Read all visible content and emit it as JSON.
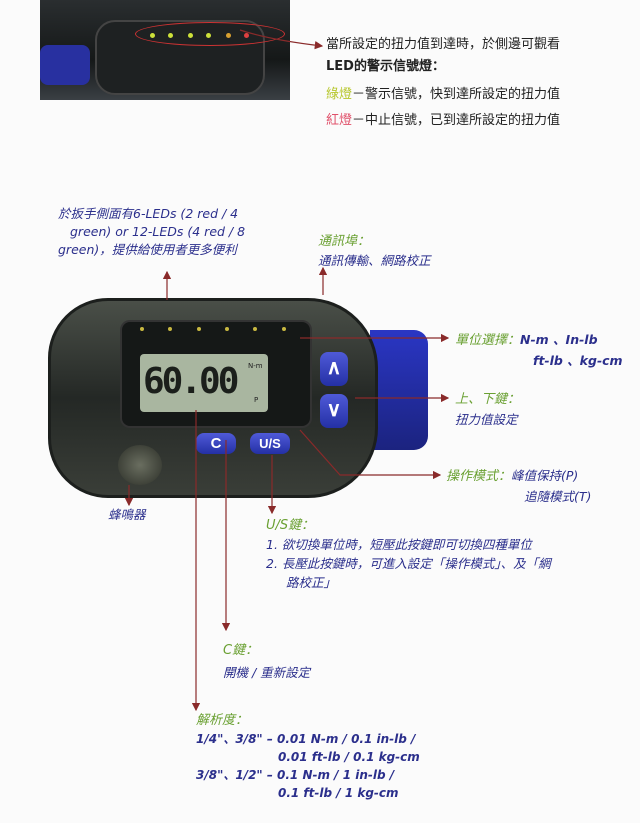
{
  "top_note": {
    "line1": "當所設定的扭力值到達時，於側邊可觀看",
    "line2": "LED的警示信號燈：",
    "green_label": "綠燈",
    "green_text": "－警示信號，快到達所設定的扭力值",
    "red_label": "紅燈",
    "red_text": "－中止信號，已到達所設定的扭力值"
  },
  "leds_note": {
    "line1": "於扳手側面有6-LEDs (2 red / 4",
    "line2": "green) or 12-LEDs (4 red / 8",
    "line3": "green)，提供給使用者更多便利"
  },
  "port_note": {
    "title": "通訊埠：",
    "text": "通訊傳輸、網路校正"
  },
  "unit_note": {
    "title": "單位選擇：",
    "line1": "N-m 、In-lb",
    "line2": "ft-lb 、kg-cm"
  },
  "updown_note": {
    "title": "上、下鍵：",
    "text": "扭力值設定"
  },
  "mode_note": {
    "title": "操作模式：",
    "line1": "峰值保持(P)",
    "line2": "追隨模式(T)"
  },
  "buzzer_note": {
    "text": "蜂鳴器"
  },
  "us_note": {
    "title": "U/S鍵：",
    "item1": "1.  欲切換單位時，短壓此按鍵即可切換四種單位",
    "item2a": "2.  長壓此按鍵時，可進入設定「操作模式」、及「網",
    "item2b": "路校正」"
  },
  "c_note": {
    "title": "C鍵：",
    "text": "開機 / 重新設定"
  },
  "resolution_note": {
    "title": "解析度：",
    "row1a": "1/4\"、3/8\" –  0.01 N-m / 0.1 in-lb /",
    "row1b": "0.01 ft-lb / 0.1 kg-cm",
    "row2a": "3/8\"、1/2\" –  0.1 N-m / 1 in-lb /",
    "row2b": "0.1 ft-lb / 1 kg-cm"
  },
  "device": {
    "display_value": "60.00",
    "unit": "N-m",
    "mode": "P",
    "key_c": "C",
    "key_us": "U/S",
    "key_up": "∧",
    "key_down": "∨"
  },
  "colors": {
    "arrow": "#8a2a2a",
    "text_blue": "#2b2f8c",
    "heading_green": "#6aa032",
    "device_blue": "#2a36c4"
  }
}
